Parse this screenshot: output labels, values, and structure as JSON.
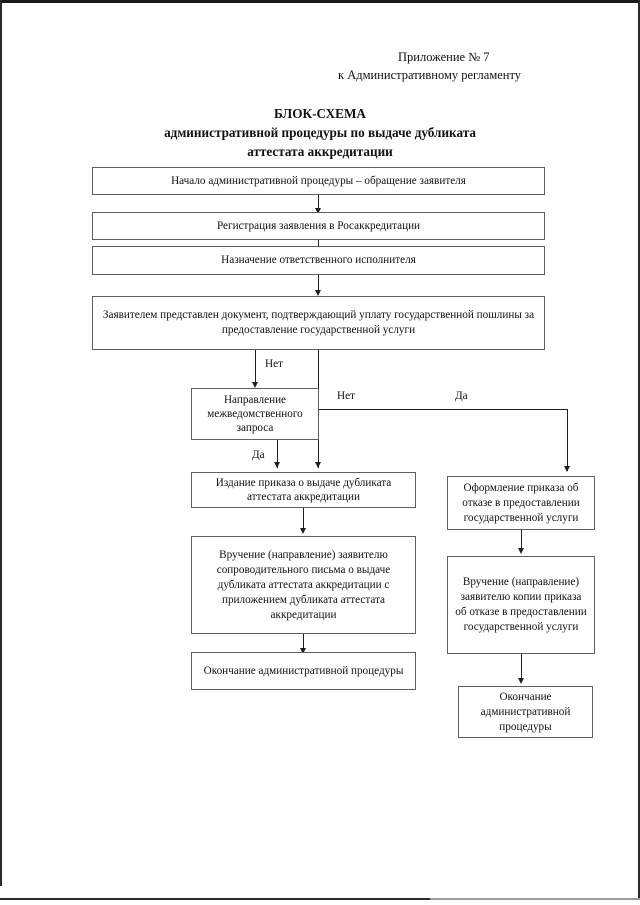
{
  "document": {
    "header": {
      "line1": "Приложение № 7",
      "line2": "к Административному регламенту"
    },
    "title": {
      "line1": "БЛОК-СХЕМА",
      "line2": "административной процедуры по выдаче дубликата",
      "line3": "аттестата аккредитации"
    }
  },
  "chart_data": {
    "type": "diagram",
    "title": "БЛОК-СХЕМА административной процедуры по выдаче дубликата аттестата аккредитации",
    "nodes": [
      {
        "id": "n1",
        "label": "Начало административной процедуры – обращение заявителя"
      },
      {
        "id": "n2",
        "label": "Регистрация заявления в Росаккредитации"
      },
      {
        "id": "n3",
        "label": "Назначение ответственного исполнителя"
      },
      {
        "id": "n4",
        "label": "Заявителем представлен документ, подтверждающий уплату государственной пошлины за предоставление государственной услуги"
      },
      {
        "id": "n5",
        "label": "Направление межведомственного запроса"
      },
      {
        "id": "n6",
        "label": "Издание приказа о выдаче дубликата аттестата аккредитации"
      },
      {
        "id": "n7",
        "label": "Вручение (направление) заявителю сопроводительного письма о выдаче дубликата аттестата аккредитации с приложением дубликата аттестата аккредитации"
      },
      {
        "id": "n8",
        "label": "Окончание административной процедуры"
      },
      {
        "id": "n9",
        "label": "Оформление приказа об отказе в предоставлении государственной услуги"
      },
      {
        "id": "n10",
        "label": "Вручение (направление) заявителю копии приказа об отказе в предоставлении государственной услуги"
      },
      {
        "id": "n11",
        "label": "Окончание административной процедуры"
      }
    ],
    "edges": [
      {
        "from": "n1",
        "to": "n2",
        "label": ""
      },
      {
        "from": "n2",
        "to": "n3",
        "label": ""
      },
      {
        "from": "n3",
        "to": "n4",
        "label": ""
      },
      {
        "from": "n4",
        "to": "n5",
        "label": "Нет"
      },
      {
        "from": "n5",
        "to": "n6",
        "label": "Да"
      },
      {
        "from": "n5",
        "to": "n6",
        "label": "Нет"
      },
      {
        "from": "n4",
        "to": "n9",
        "label": "Да"
      },
      {
        "from": "n6",
        "to": "n7",
        "label": ""
      },
      {
        "from": "n7",
        "to": "n8",
        "label": ""
      },
      {
        "from": "n9",
        "to": "n10",
        "label": ""
      },
      {
        "from": "n10",
        "to": "n11",
        "label": ""
      }
    ]
  },
  "boxes": {
    "start": "Начало административной процедуры – обращение заявителя",
    "registration": "Регистрация заявления в Росаккредитации",
    "assign_executor": "Назначение ответственного исполнителя",
    "duty_check": "Заявителем представлен документ, подтверждающий уплату государственной пошлины за предоставление государственной услуги",
    "interagency_request": "Направление межведомственного запроса",
    "order_issue": "Издание приказа о выдаче дубликата аттестата аккредитации",
    "delivery_letter": "Вручение (направление) заявителю сопроводительного письма о выдаче дубликата аттестата аккредитации с приложением дубликата аттестата аккредитации",
    "end_left": "Окончание административной процедуры",
    "refusal_order": "Оформление приказа об отказе в предоставлении государственной услуги",
    "refusal_delivery": "Вручение (направление) заявителю копии приказа об отказе в предоставлении государственной услуги",
    "end_right": "Окончание административной процедуры"
  },
  "edge_labels": {
    "no_top": "Нет",
    "no_mid": "Нет",
    "yes_right": "Да",
    "yes_left": "Да"
  },
  "colors": {
    "ink": "#111111",
    "box_border": "#5f5f5f",
    "connector": "#1f1f1f",
    "page": "#ffffff"
  }
}
